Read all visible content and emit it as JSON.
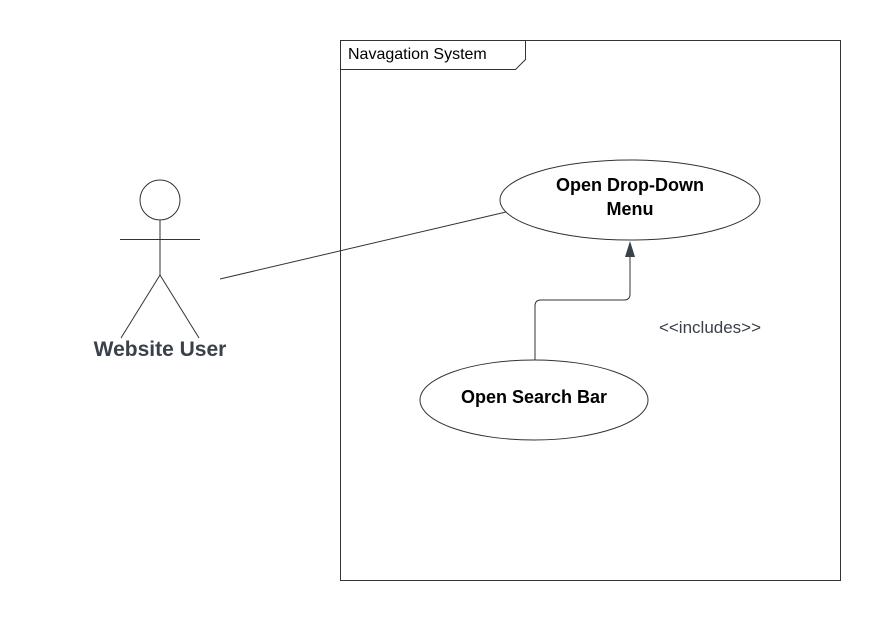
{
  "system": {
    "name": "Navagation System"
  },
  "actor": {
    "name": "Website User"
  },
  "use_cases": {
    "dropdown": {
      "line1": "Open Drop-Down",
      "line2": "Menu"
    },
    "search": {
      "label": "Open Search Bar"
    }
  },
  "relationship": {
    "type": "include",
    "from": "Open Search Bar",
    "to": "Open Drop-Down Menu",
    "label": "<<includes>>"
  },
  "colors": {
    "line": "#333333",
    "actor_label": "#3a414a",
    "stereotype_label": "#3a414a",
    "arrowhead": "#3a414a"
  }
}
